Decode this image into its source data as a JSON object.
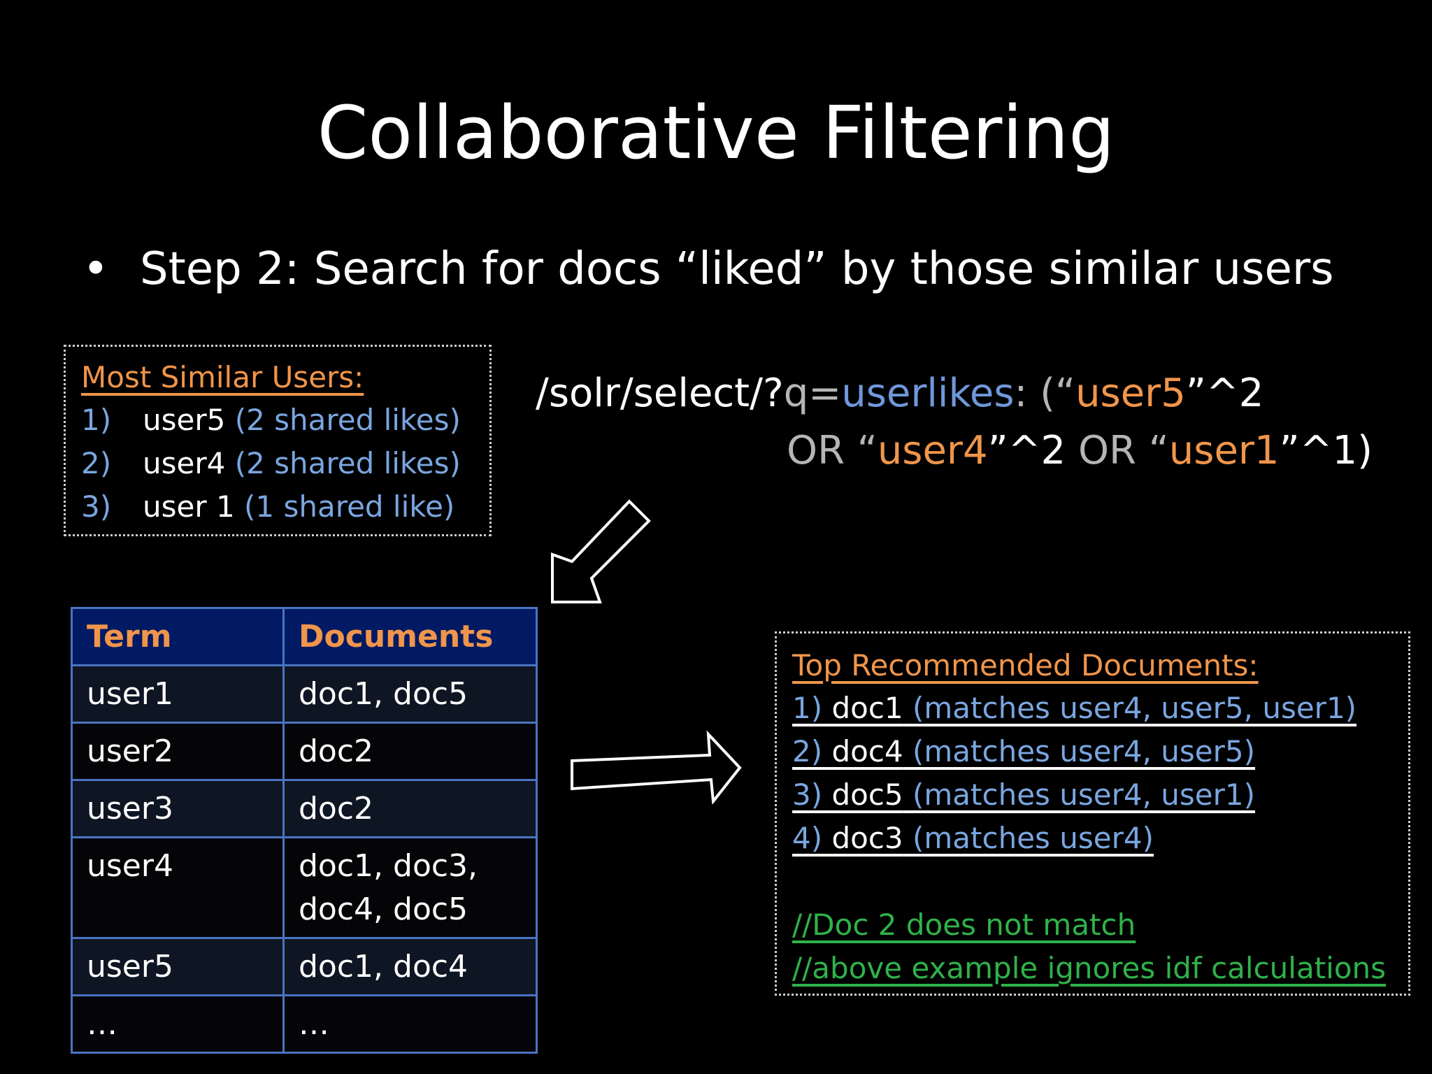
{
  "slide": {
    "title": "Collaborative Filtering",
    "bullet_symbol": "•",
    "bullet_text": "Step 2: Search for docs “liked” by those similar users"
  },
  "similar_users": {
    "heading": "Most Similar Users:",
    "items": [
      {
        "num": "1)",
        "user": "user5",
        "note": " (2 shared likes)"
      },
      {
        "num": "2)",
        "user": "user4",
        "note": " (2 shared likes)"
      },
      {
        "num": "3)",
        "user": "user 1",
        "note": " (1 shared like)"
      }
    ]
  },
  "query": {
    "line1": [
      {
        "text": "/solr/select/?",
        "color": "white"
      },
      {
        "text": "q=",
        "color": "gray"
      },
      {
        "text": "userlikes",
        "color": "blue"
      },
      {
        "text": ": (“",
        "color": "gray"
      },
      {
        "text": "user5",
        "color": "orange"
      },
      {
        "text": "”^2",
        "color": "white"
      }
    ],
    "line2": [
      {
        "text": "OR “",
        "color": "gray"
      },
      {
        "text": "user4",
        "color": "orange"
      },
      {
        "text": "”^2 ",
        "color": "white"
      },
      {
        "text": "OR “",
        "color": "gray"
      },
      {
        "text": "user1",
        "color": "orange"
      },
      {
        "text": "”^1)",
        "color": "white"
      }
    ]
  },
  "index_table": {
    "headers": [
      "Term",
      "Documents"
    ],
    "rows": [
      {
        "term": "user1",
        "docs": [
          "doc1, doc5"
        ]
      },
      {
        "term": "user2",
        "docs": [
          "doc2"
        ]
      },
      {
        "term": "user3",
        "docs": [
          "doc2"
        ]
      },
      {
        "term": "user4",
        "docs": [
          "doc1, doc3,",
          "doc4, doc5"
        ]
      },
      {
        "term": "user5",
        "docs": [
          "doc1, doc4"
        ]
      },
      {
        "term": "…",
        "docs": [
          "…"
        ]
      }
    ]
  },
  "recommendations": {
    "heading": "Top Recommended Documents:",
    "items": [
      {
        "num": "1) ",
        "doc": "doc1",
        "match": " (matches user4, user5, user1)"
      },
      {
        "num": "2) ",
        "doc": "doc4",
        "match": " (matches user4, user5)"
      },
      {
        "num": "3) ",
        "doc": "doc5",
        "match": " (matches user4, user1)"
      },
      {
        "num": "4) ",
        "doc": "doc3",
        "match": " (matches user4)"
      }
    ],
    "comments": [
      "//Doc 2 does not match",
      "//above example ignores idf calculations"
    ]
  },
  "colors": {
    "background": "#000000",
    "orange": "#f0954b",
    "blue": "#6f98d9",
    "gray": "#b5b5b5",
    "green": "#2fb24a",
    "table_header_bg": "#021a63",
    "table_border": "#4a73c2"
  }
}
